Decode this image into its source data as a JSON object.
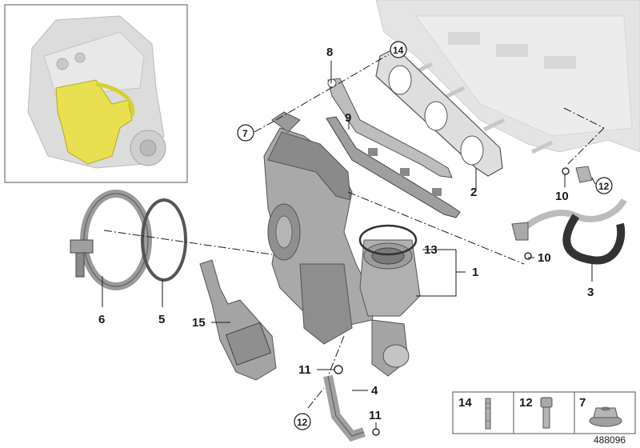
{
  "diagram_id": "488096",
  "callouts": {
    "c1": "1",
    "c2": "2",
    "c3": "3",
    "c4": "4",
    "c5": "5",
    "c6": "6",
    "c7": "7",
    "c8": "8",
    "c9": "9",
    "c10a": "10",
    "c10b": "10",
    "c11a": "11",
    "c11b": "11",
    "c12a": "12",
    "c12b": "12",
    "c13": "13",
    "c14": "14",
    "c15": "15"
  },
  "legend": {
    "cell1": "14",
    "cell2": "12",
    "cell3": "7"
  },
  "colors": {
    "part": "#a8a8a8",
    "part_dark": "#6f6f6f",
    "highlight": "#e6e04a",
    "engine": "#d9d9d9",
    "line": "#1a1a1a"
  }
}
